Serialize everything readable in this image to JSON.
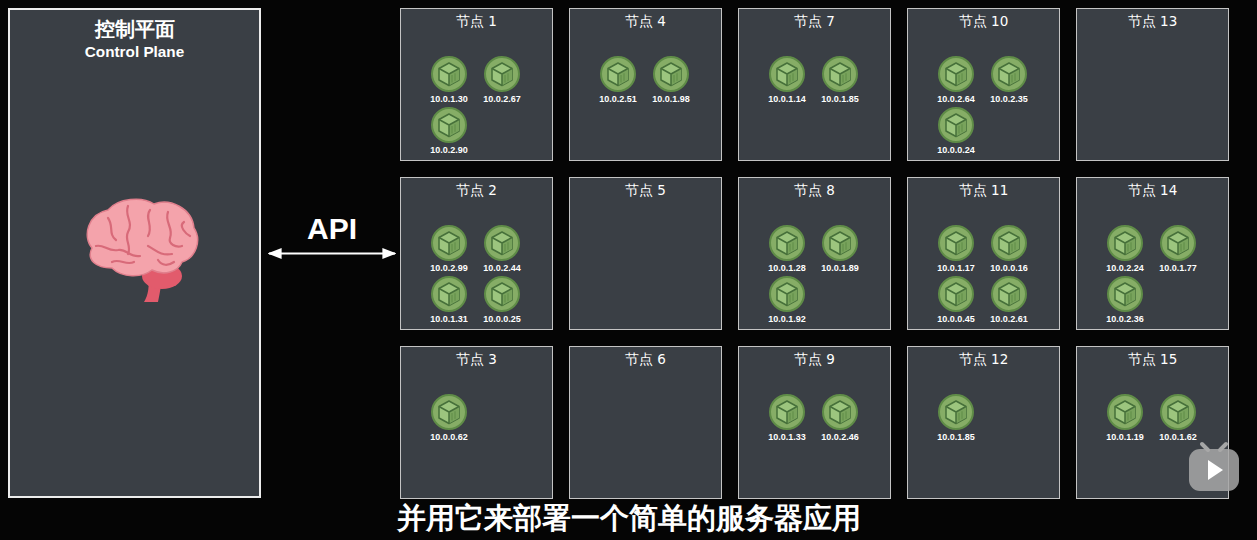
{
  "diagram": {
    "caption": "并用它来部署一个简单的服务器应用",
    "nodes": [
      {
        "text": [
          "控制平面",
          "Control Plane"
        ]
      },
      {
        "text": [
          "节点 1"
        ]
      },
      {
        "text": [
          "10.0.1.30"
        ],
        "in": 1
      },
      {
        "text": [
          "10.0.2.67"
        ],
        "in": 1
      },
      {
        "text": [
          "10.0.2.90"
        ],
        "in": 1
      },
      {
        "text": [
          "节点 4"
        ]
      },
      {
        "text": [
          "10.0.2.51"
        ],
        "in": 5
      },
      {
        "text": [
          "10.0.1.98"
        ],
        "in": 5
      },
      {
        "text": [
          "节点 7"
        ]
      },
      {
        "text": [
          "10.0.1.14"
        ],
        "in": 8
      },
      {
        "text": [
          "10.0.1.85"
        ],
        "in": 8
      },
      {
        "text": [
          "节点 10"
        ]
      },
      {
        "text": [
          "10.0.2.64"
        ],
        "in": 11
      },
      {
        "text": [
          "10.0.2.35"
        ],
        "in": 11
      },
      {
        "text": [
          "10.0.0.24"
        ],
        "in": 11
      },
      {
        "text": [
          "节点 13"
        ]
      },
      {
        "text": [
          "节点 2"
        ]
      },
      {
        "text": [
          "10.0.2.99"
        ],
        "in": 16
      },
      {
        "text": [
          "10.0.2.44"
        ],
        "in": 16
      },
      {
        "text": [
          "10.0.1.31"
        ],
        "in": 16
      },
      {
        "text": [
          "10.0.0.25"
        ],
        "in": 16
      },
      {
        "text": [
          "节点 5"
        ]
      },
      {
        "text": [
          "节点 8"
        ]
      },
      {
        "text": [
          "10.0.1.28"
        ],
        "in": 22
      },
      {
        "text": [
          "10.0.1.89"
        ],
        "in": 22
      },
      {
        "text": [
          "10.0.1.92"
        ],
        "in": 22
      },
      {
        "text": [
          "节点 11"
        ]
      },
      {
        "text": [
          "10.0.1.17"
        ],
        "in": 26
      },
      {
        "text": [
          "10.0.0.16"
        ],
        "in": 26
      },
      {
        "text": [
          "10.0.0.45"
        ],
        "in": 26
      },
      {
        "text": [
          "10.0.2.61"
        ],
        "in": 26
      },
      {
        "text": [
          "节点 14"
        ]
      },
      {
        "text": [
          "10.0.2.24"
        ],
        "in": 31
      },
      {
        "text": [
          "10.0.1.77"
        ],
        "in": 31
      },
      {
        "text": [
          "10.0.2.36"
        ],
        "in": 31
      },
      {
        "text": [
          "节点 3"
        ]
      },
      {
        "text": [
          "10.0.0.62"
        ],
        "in": 35
      },
      {
        "text": [
          "节点 6"
        ]
      },
      {
        "text": [
          "节点 9"
        ]
      },
      {
        "text": [
          "10.0.1.33"
        ],
        "in": 38
      },
      {
        "text": [
          "10.0.2.46"
        ],
        "in": 38
      },
      {
        "text": [
          "节点 12"
        ]
      },
      {
        "text": [
          "10.0.1.85"
        ],
        "in": 41
      },
      {
        "text": [
          "节点 15"
        ]
      },
      {
        "text": [
          "10.0.1.19"
        ],
        "in": 43
      },
      {
        "text": [
          "10.0.1.62"
        ],
        "in": 43
      }
    ],
    "edges": [
      {
        "from": 0,
        "to": 16,
        "label": "API",
        "arrow": "both"
      }
    ]
  }
}
